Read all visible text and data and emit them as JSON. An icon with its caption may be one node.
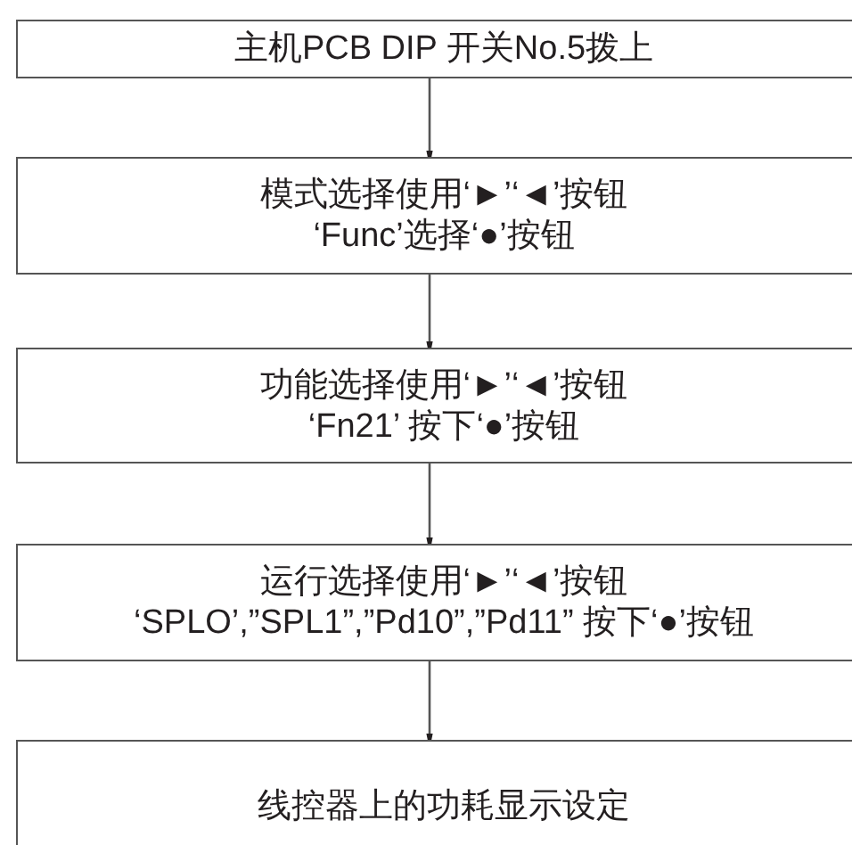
{
  "diagram": {
    "nodes": [
      {
        "text": [
          "主机PCB DIP 开关No.5拨上"
        ]
      },
      {
        "text": [
          "模式选择使用‘►’‘◄’按钮",
          "‘Func’选择‘●’按钮"
        ]
      },
      {
        "text": [
          "功能选择使用‘►’‘◄’按钮",
          "‘Fn21’ 按下‘●’按钮"
        ]
      },
      {
        "text": [
          "运行选择使用‘►’‘◄’按钮",
          "‘SPLO’,”SPL1”,”Pd10”,”Pd11” 按下‘●’按钮"
        ]
      },
      {
        "text": [
          "线控器上的功耗显示设定"
        ]
      }
    ],
    "edges": [
      {
        "from": 0,
        "to": 1,
        "arrow": "to"
      },
      {
        "from": 1,
        "to": 2,
        "arrow": "to"
      },
      {
        "from": 2,
        "to": 3,
        "arrow": "to"
      },
      {
        "from": 3,
        "to": 4,
        "arrow": "to"
      }
    ]
  }
}
